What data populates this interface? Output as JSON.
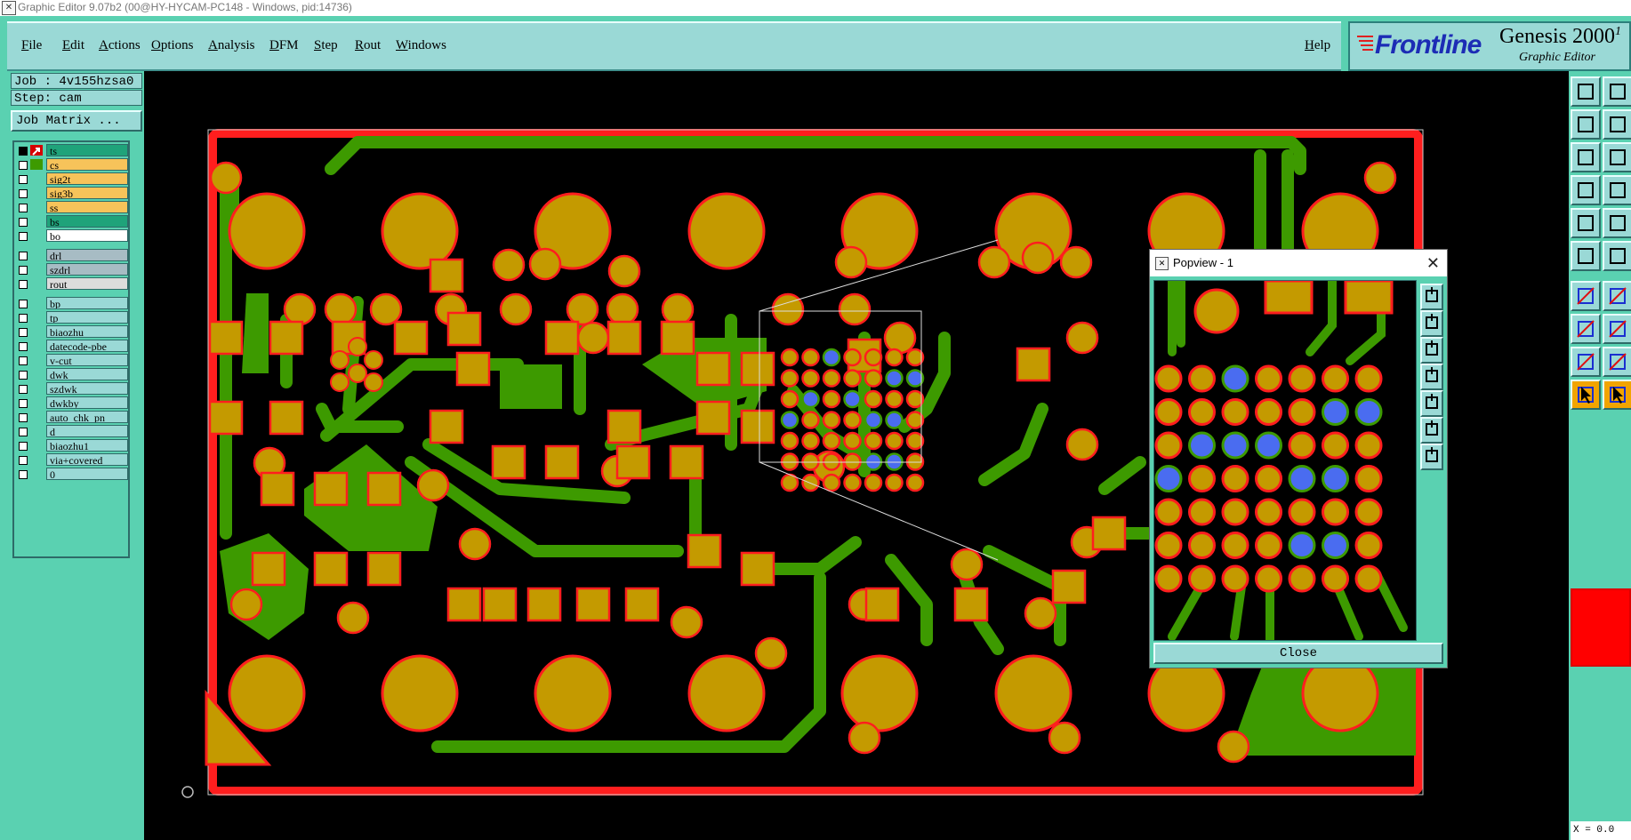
{
  "window": {
    "title": "Graphic Editor 9.07b2 (00@HY-HYCAM-PC148 - Windows, pid:14736)"
  },
  "menu": {
    "items": [
      "File",
      "Edit",
      "Actions",
      "Options",
      "Analysis",
      "DFM",
      "Step",
      "Rout",
      "Windows"
    ],
    "help": "Help"
  },
  "brand": {
    "logo": "Frontline",
    "title": "Genesis 2000",
    "title_sup": "1",
    "subtitle": "Graphic Editor"
  },
  "job": {
    "job_label": "Job : 4v155hzsa0",
    "step_label": "Step: cam",
    "matrix_button": "Job Matrix ..."
  },
  "layers": [
    {
      "name": "ts",
      "color": "#1fa37a"
    },
    {
      "name": "cs",
      "color": "#f7c35a"
    },
    {
      "name": "sig2t",
      "color": "#f7c35a"
    },
    {
      "name": "sig3b",
      "color": "#f7c35a"
    },
    {
      "name": "ss",
      "color": "#f7c35a"
    },
    {
      "name": "bs",
      "color": "#1fa37a"
    },
    {
      "name": "bo",
      "color": "#ffffff"
    },
    {
      "name": "drl",
      "color": "#a7bcc4"
    },
    {
      "name": "szdrl",
      "color": "#a7bcc4"
    },
    {
      "name": "rout",
      "color": "#dcdcdc"
    },
    {
      "name": "bp",
      "color": "#9ad9d6"
    },
    {
      "name": "tp",
      "color": "#9ad9d6"
    },
    {
      "name": "biaozhu",
      "color": "#9ad9d6"
    },
    {
      "name": "datecode-pbe",
      "color": "#9ad9d6"
    },
    {
      "name": "v-cut",
      "color": "#9ad9d6"
    },
    {
      "name": "dwk",
      "color": "#9ad9d6"
    },
    {
      "name": "szdwk",
      "color": "#9ad9d6"
    },
    {
      "name": "dwkby",
      "color": "#9ad9d6"
    },
    {
      "name": "auto_chk_pn",
      "color": "#9ad9d6"
    },
    {
      "name": "d",
      "color": "#9ad9d6"
    },
    {
      "name": "biaozhu1",
      "color": "#9ad9d6"
    },
    {
      "name": "via+covered",
      "color": "#9ad9d6"
    },
    {
      "name": "0",
      "color": "#9ad9d6"
    }
  ],
  "popview": {
    "title": "Popview - 1",
    "close_label": "Close"
  },
  "status": {
    "coord": "X = 0.0"
  },
  "colors": {
    "trace": "#3d9a00",
    "pad": "#c49a00",
    "outline": "#ff1e1e",
    "via": "#4a6cf0",
    "background": "#000000"
  }
}
